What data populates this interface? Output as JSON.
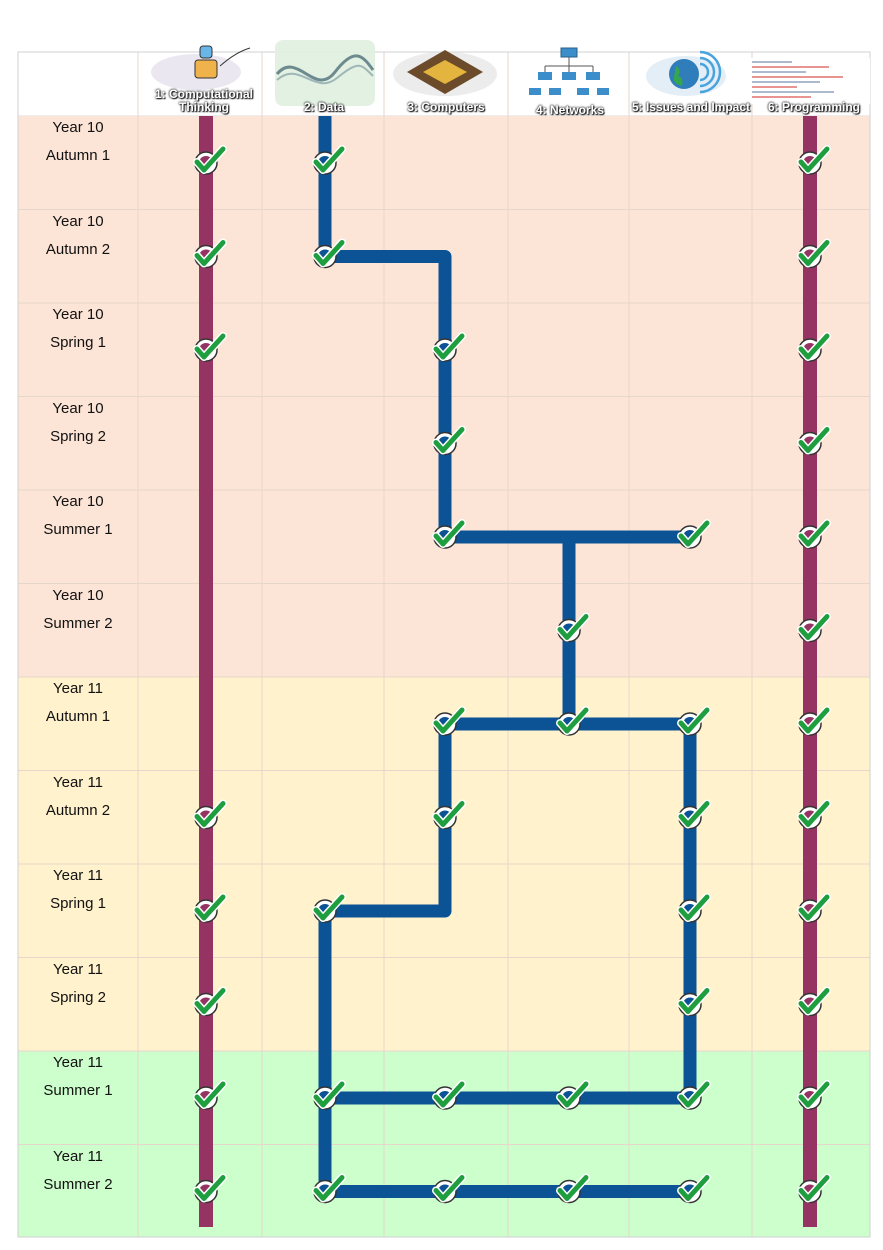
{
  "columns": [
    {
      "label": "1: Computational Thinking",
      "icon": "robot-icon"
    },
    {
      "label": "2: Data",
      "icon": "binary-wave-icon"
    },
    {
      "label": "3: Computers",
      "icon": "cpu-chip-icon"
    },
    {
      "label": "4: Networks",
      "icon": "network-tree-icon"
    },
    {
      "label": "5: Issues and Impact",
      "icon": "globe-wifi-icon"
    },
    {
      "label": "6: Programming",
      "icon": "code-snippet-icon"
    }
  ],
  "rows": [
    {
      "year": "Year 10",
      "term": "Autumn 1"
    },
    {
      "year": "Year 10",
      "term": "Autumn 2"
    },
    {
      "year": "Year 10",
      "term": "Spring 1"
    },
    {
      "year": "Year 10",
      "term": "Spring 2"
    },
    {
      "year": "Year 10",
      "term": "Summer 1"
    },
    {
      "year": "Year 10",
      "term": "Summer 2"
    },
    {
      "year": "Year 11",
      "term": "Autumn 1"
    },
    {
      "year": "Year 11",
      "term": "Autumn 2"
    },
    {
      "year": "Year 11",
      "term": "Spring 1"
    },
    {
      "year": "Year 11",
      "term": "Spring 2"
    },
    {
      "year": "Year 11",
      "term": "Summer 1"
    },
    {
      "year": "Year 11",
      "term": "Summer 2"
    }
  ],
  "checkpoints": [
    {
      "col": 1,
      "rows": [
        1,
        2,
        3,
        8,
        9,
        10,
        11,
        12
      ]
    },
    {
      "col": 2,
      "rows": [
        1,
        2,
        9,
        11,
        12
      ]
    },
    {
      "col": 3,
      "rows": [
        3,
        4,
        5,
        7,
        8,
        11,
        12
      ]
    },
    {
      "col": 4,
      "rows": [
        6,
        7,
        11,
        12
      ]
    },
    {
      "col": 5,
      "rows": [
        5,
        7,
        8,
        9,
        10,
        11,
        12
      ]
    },
    {
      "col": 6,
      "rows": [
        1,
        2,
        3,
        4,
        5,
        6,
        7,
        8,
        9,
        10,
        11,
        12
      ]
    }
  ],
  "colors": {
    "year10_band": "#fce4d6",
    "year11_band": "#fff2cc",
    "summer11_band": "#ccffcc",
    "track_main": "#953462",
    "track_path": "#0b5394",
    "tick": "#1e9e3e"
  }
}
